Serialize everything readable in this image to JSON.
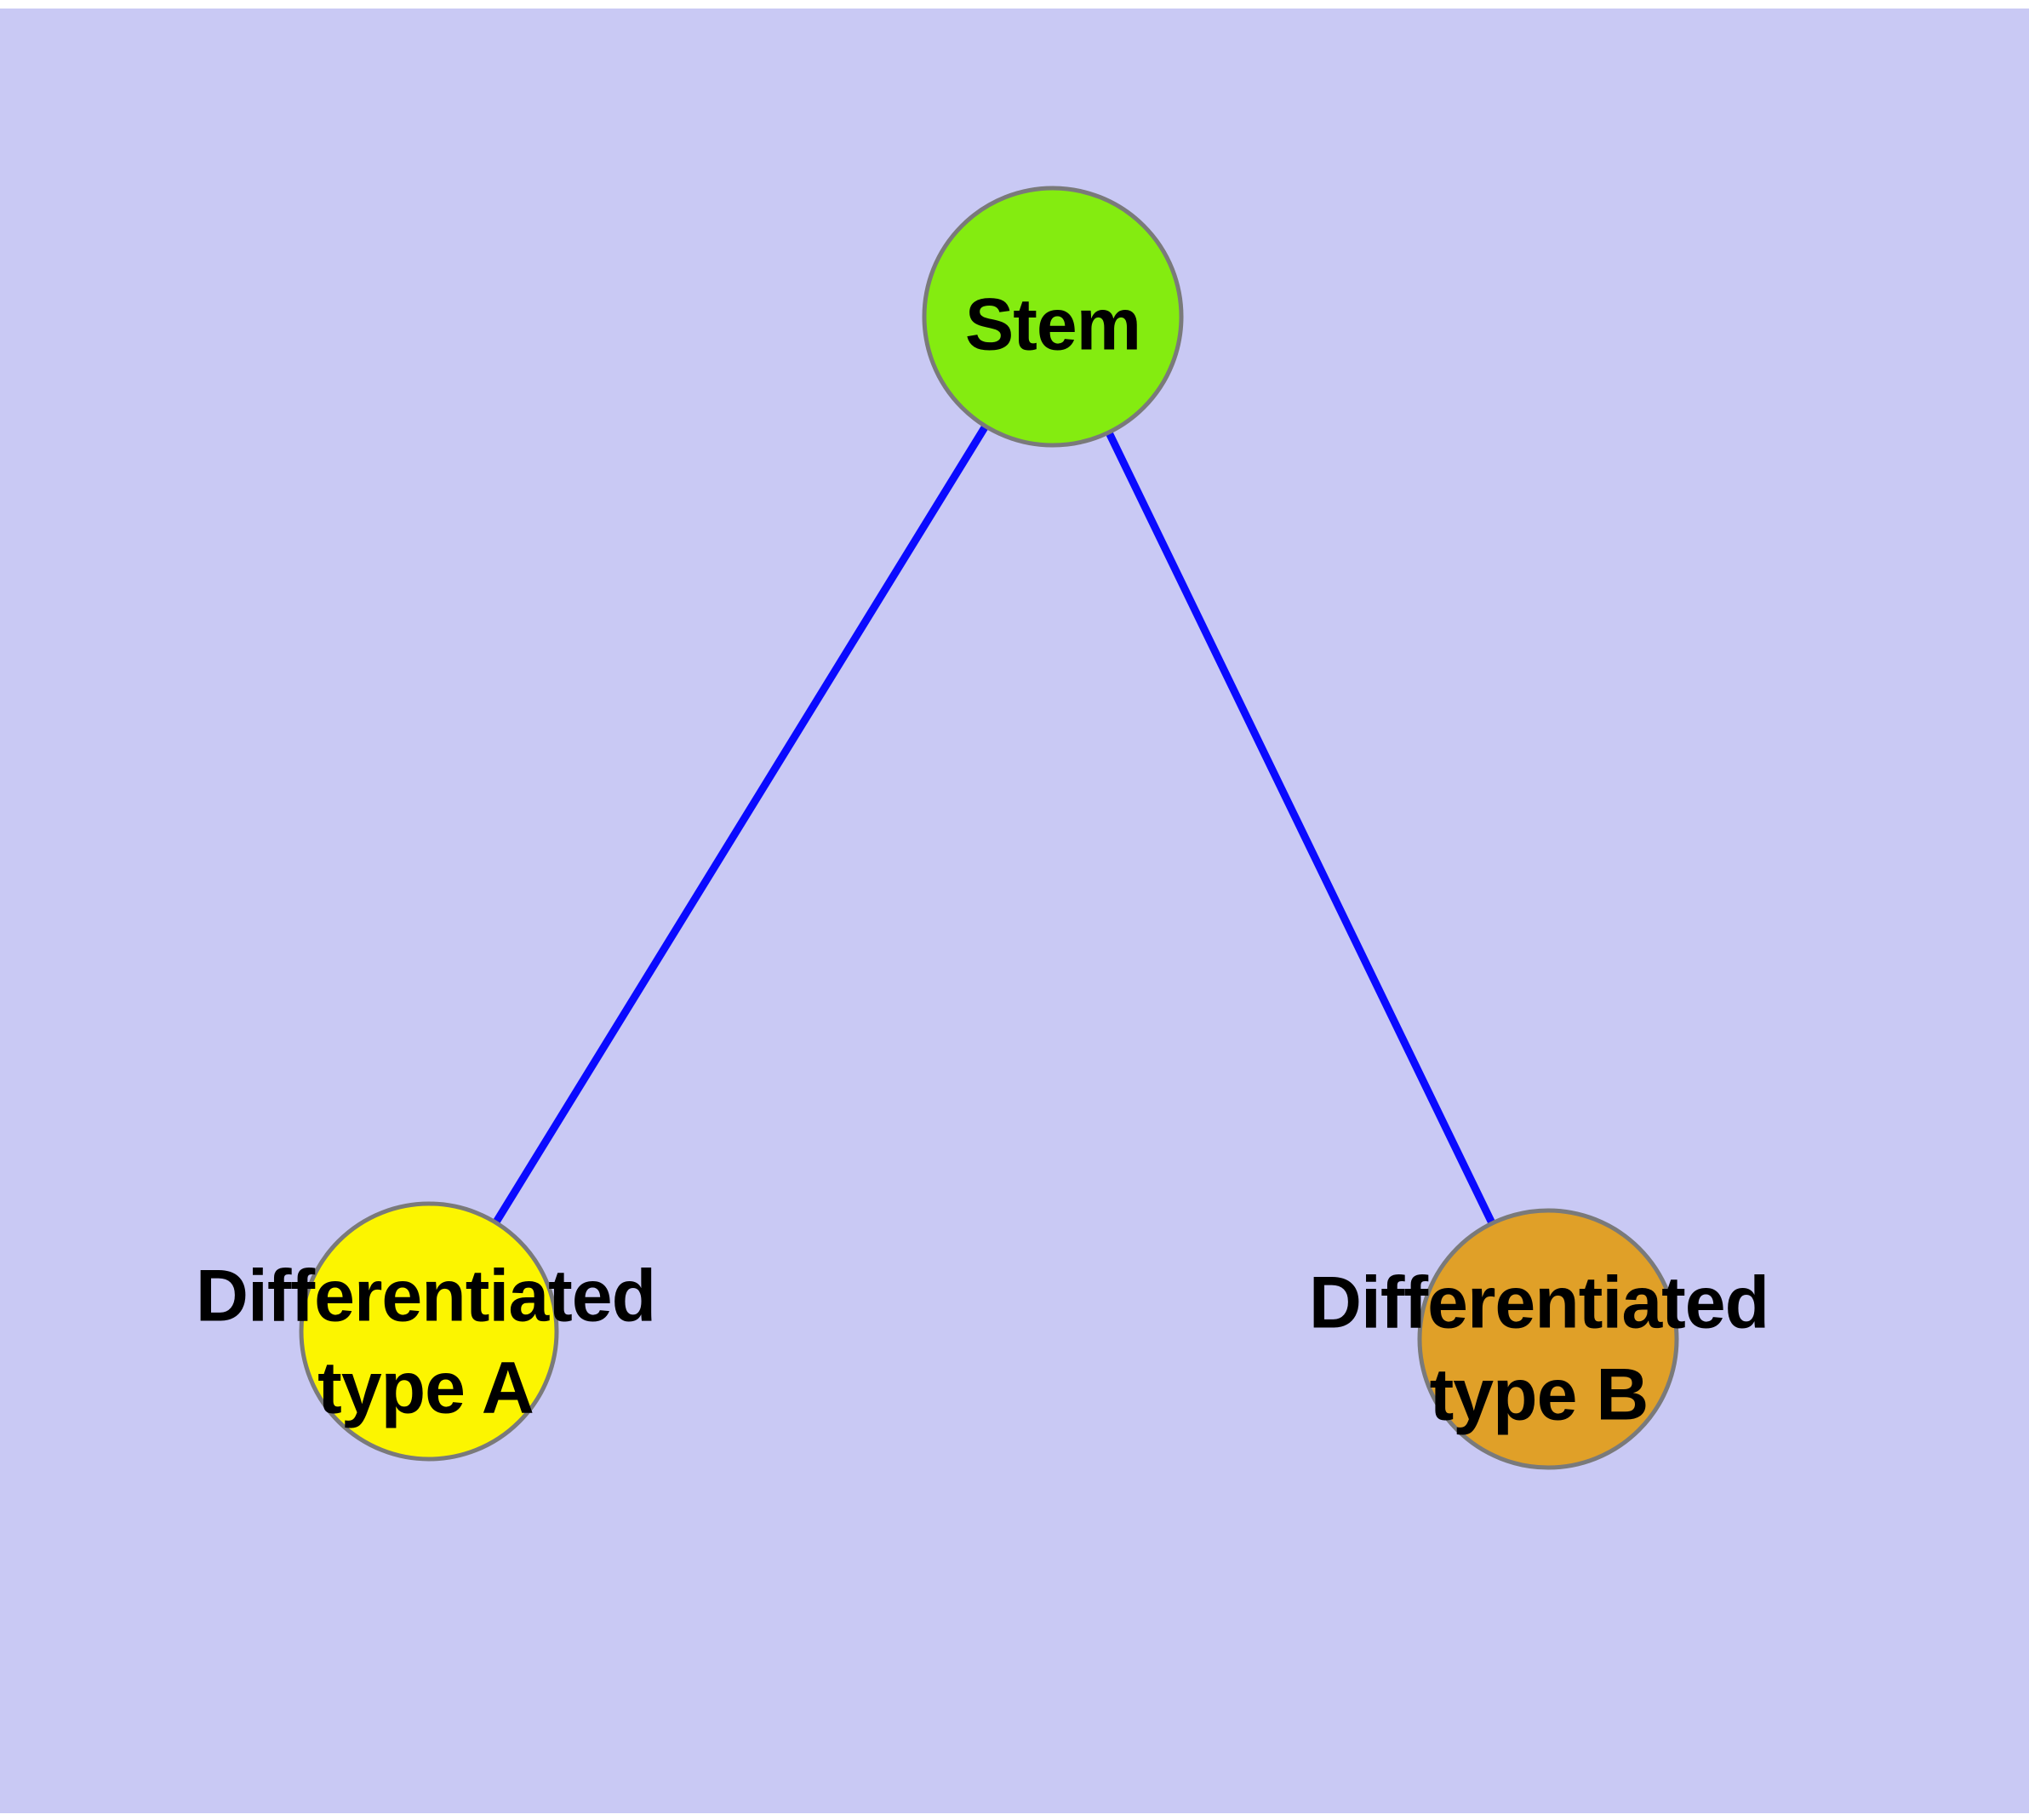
{
  "figure": {
    "type": "node-link-diagram",
    "description": "Stem cell differentiation graph with one parent node and two differentiated child nodes"
  },
  "style": {
    "background_color": "#C9C9F4",
    "page_margin_color": "#FFFFFF",
    "edge_color": "#0A0AFF",
    "node_stroke_color": "#7A7A7A",
    "label_color": "#000000"
  },
  "nodes": [
    {
      "id": "stem",
      "label": "Stem",
      "fill": "#84EC10"
    },
    {
      "id": "differentiated-a",
      "label": "Differentiated\ntype A",
      "fill": "#FCF500"
    },
    {
      "id": "differentiated-b",
      "label": "Differentiated\ntype B",
      "fill": "#E0A028"
    }
  ],
  "edges": [
    {
      "from": "stem",
      "to": "differentiated-a"
    },
    {
      "from": "stem",
      "to": "differentiated-b"
    }
  ]
}
